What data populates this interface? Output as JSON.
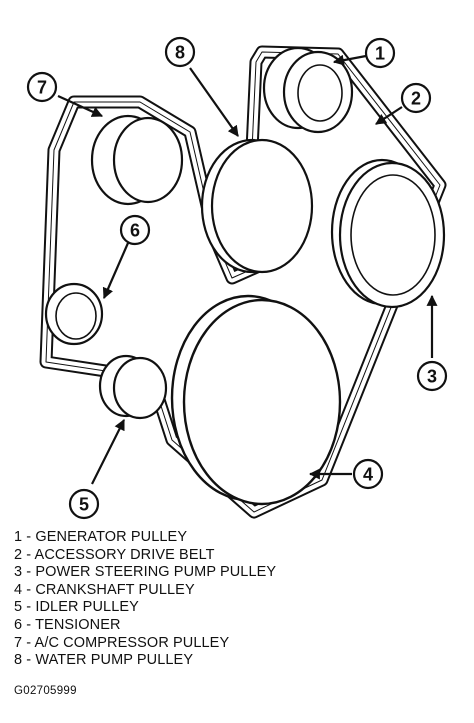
{
  "callouts": [
    "1",
    "2",
    "3",
    "4",
    "5",
    "6",
    "7",
    "8"
  ],
  "legend": [
    "1 - GENERATOR PULLEY",
    "2 - ACCESSORY DRIVE BELT",
    "3 - POWER STEERING PUMP PULLEY",
    "4 - CRANKSHAFT PULLEY",
    "5 - IDLER PULLEY",
    "6 - TENSIONER",
    "7 - A/C COMPRESSOR PULLEY",
    "8 - WATER PUMP PULLEY"
  ],
  "figure_id": "G02705999"
}
